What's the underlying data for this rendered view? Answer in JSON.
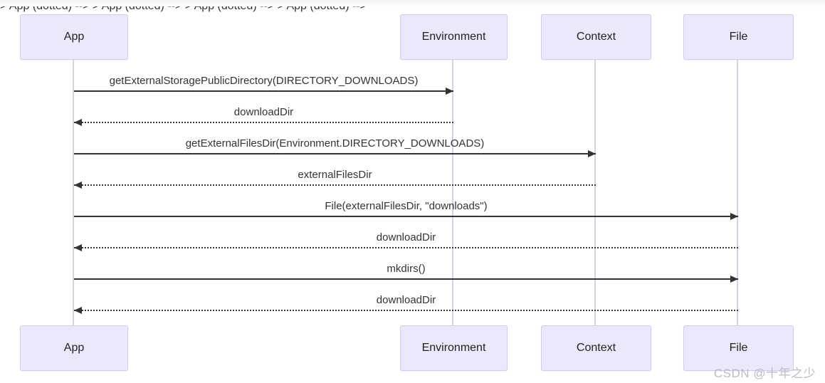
{
  "diagram": {
    "type": "sequence",
    "actors": [
      {
        "label": "App"
      },
      {
        "label": "Environment"
      },
      {
        "label": "Context"
      },
      {
        "label": "File"
      }
    ],
    "messages": [
      {
        "from": "App",
        "to": "Environment",
        "label": "getExternalStoragePublicDirectory(DIRECTORY_DOWNLOADS)",
        "line": "solid",
        "direction": "right"
      },
      {
        "from": "Environment",
        "to": "App",
        "label": "downloadDir",
        "line": "dotted",
        "direction": "left"
      },
      {
        "from": "App",
        "to": "Context",
        "label": "getExternalFilesDir(Environment.DIRECTORY_DOWNLOADS)",
        "line": "solid",
        "direction": "right"
      },
      {
        "from": "Context",
        "to": "App",
        "label": "externalFilesDir",
        "line": "dotted",
        "direction": "left"
      },
      {
        "from": "App",
        "to": "File",
        "label": "File(externalFilesDir, \"downloads\")",
        "line": "solid",
        "direction": "right"
      },
      {
        "from": "File",
        "to": "App",
        "label": "downloadDir",
        "line": "dotted",
        "direction": "left"
      },
      {
        "from": "App",
        "to": "File",
        "label": "mkdirs()",
        "line": "solid",
        "direction": "right"
      },
      {
        "from": "File",
        "to": "App",
        "label": "downloadDir",
        "line": "dotted",
        "direction": "left"
      }
    ],
    "colors": {
      "actor_fill": "#E9E9FB",
      "actor_border": "#CFCCEC",
      "lifeline": "#D5D2E6",
      "arrow": "#333333",
      "text": "#333333",
      "watermark_text": "#BCBAC8"
    }
  },
  "watermark": {
    "text": "CSDN @十年之少"
  }
}
